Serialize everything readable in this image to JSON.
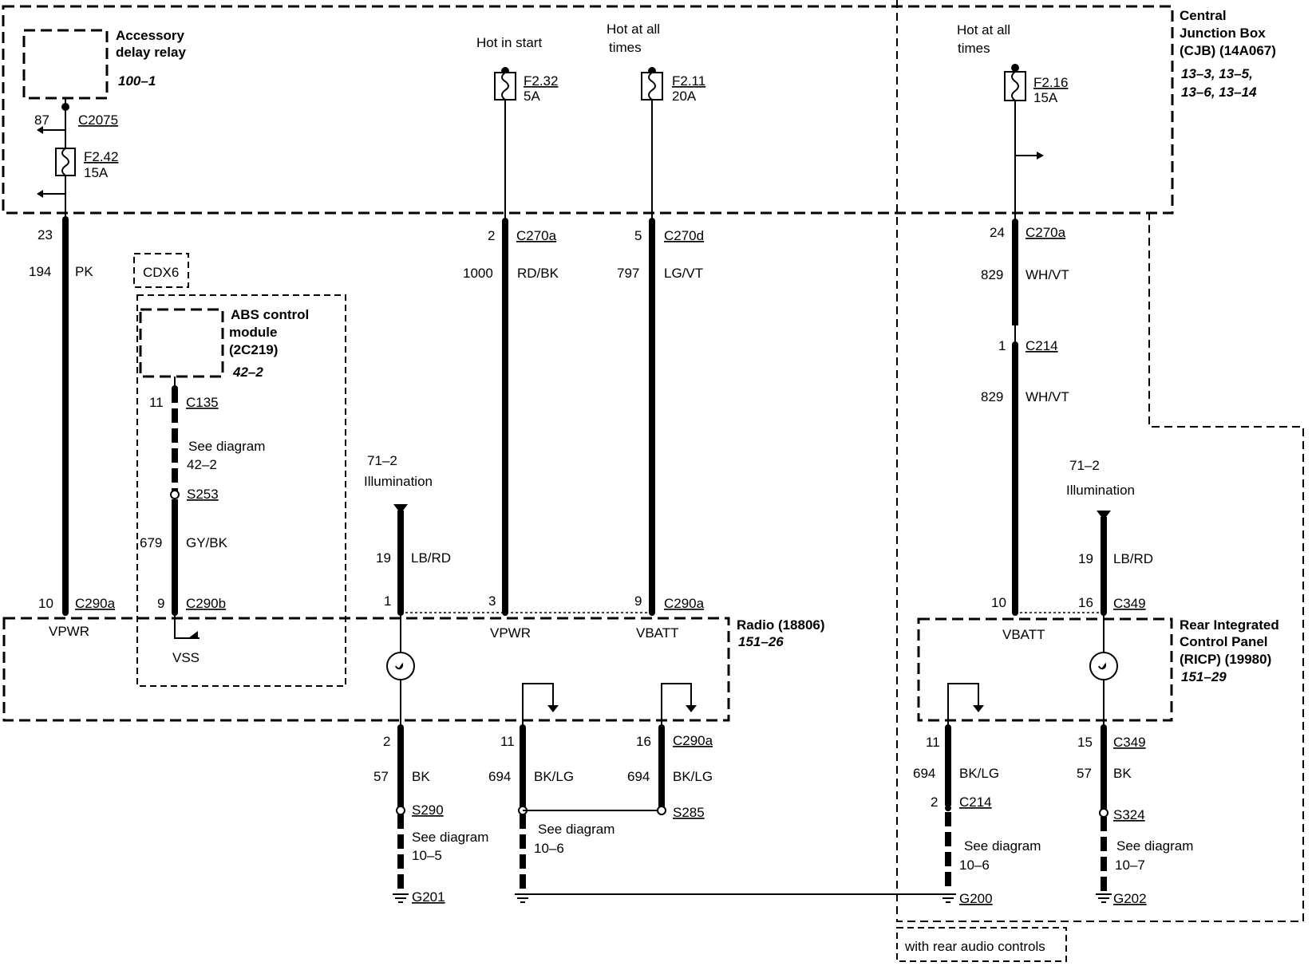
{
  "components": {
    "accessory_relay": {
      "name_line1": "Accessory",
      "name_line2": "delay relay",
      "ref": "100–1"
    },
    "cjb": {
      "name_line1": "Central",
      "name_line2": "Junction Box",
      "name_line3": "(CJB) (14A067)",
      "ref_line1": "13–3, 13–5,",
      "ref_line2": "13–6, 13–14"
    },
    "abs": {
      "name_line1": "ABS control",
      "name_line2": "module",
      "name_line3": "(2C219)",
      "ref": "42–2"
    },
    "cdx6": "CDX6",
    "radio": {
      "name": "Radio (18806)",
      "ref": "151–26"
    },
    "ricp": {
      "name_line1": "Rear Integrated",
      "name_line2": "Control Panel",
      "name_line3": "(RICP) (19980)",
      "ref": "151–29"
    },
    "rear_audio_note": "with rear audio controls"
  },
  "power_labels": {
    "hot_in_start": "Hot in start",
    "hot_all_1a": "Hot at all",
    "hot_all_1b": "times",
    "hot_all_2a": "Hot at all",
    "hot_all_2b": "times"
  },
  "fuses": {
    "f242": {
      "name": "F2.42",
      "rating": "15A"
    },
    "f232": {
      "name": "F2.32",
      "rating": "5A"
    },
    "f211": {
      "name": "F2.11",
      "rating": "20A"
    },
    "f216": {
      "name": "F2.16",
      "rating": "15A"
    }
  },
  "wires": {
    "w1": {
      "pin_top": "23",
      "circuit": "194",
      "color": "PK",
      "pin_bottom": "10",
      "connector_bottom": "C290a",
      "signal": "VPWR",
      "pin_relay": "87",
      "connector_relay": "C2075"
    },
    "w2": {
      "pin_top": "11",
      "connector_top": "C135",
      "see": "See diagram",
      "see_ref": "42–2",
      "splice": "S253",
      "circuit": "679",
      "color": "GY/BK",
      "pin_bottom": "9",
      "connector_bottom": "C290b",
      "signal": "VSS"
    },
    "w3": {
      "ref": "71–2",
      "label": "Illumination",
      "circuit": "19",
      "color": "LB/RD",
      "pin_bottom": "1"
    },
    "w4": {
      "pin_top": "2",
      "connector_top": "C270a",
      "circuit": "1000",
      "color": "RD/BK",
      "pin_bottom": "3",
      "signal": "VPWR"
    },
    "w5": {
      "pin_top": "5",
      "connector_top": "C270d",
      "circuit": "797",
      "color": "LG/VT",
      "pin_bottom": "9",
      "connector_bottom": "C290a",
      "signal": "VBATT"
    },
    "w6": {
      "pin_top": "24",
      "connector_top": "C270a",
      "circuit_a": "829",
      "color_a": "WH/VT",
      "pin_mid": "1",
      "connector_mid": "C214",
      "circuit_b": "829",
      "color_b": "WH/VT",
      "pin_bottom": "10",
      "signal": "VBATT"
    },
    "w7": {
      "ref": "71–2",
      "label": "Illumination",
      "circuit": "19",
      "color": "LB/RD",
      "pin_bottom": "16",
      "connector_bottom": "C349"
    }
  },
  "grounds": {
    "g1": {
      "pin": "2",
      "circuit": "57",
      "color": "BK",
      "splice": "S290",
      "see": "See diagram",
      "see_ref": "10–5",
      "ground": "G201"
    },
    "g2": {
      "pin": "11",
      "circuit": "694",
      "color": "BK/LG",
      "see": "See diagram",
      "see_ref": "10–6"
    },
    "g3": {
      "pin": "16",
      "connector": "C290a",
      "circuit": "694",
      "color": "BK/LG",
      "splice": "S285"
    },
    "g4": {
      "pin": "11",
      "circuit": "694",
      "color": "BK/LG",
      "pin2": "2",
      "connector2": "C214",
      "see": "See diagram",
      "see_ref": "10–6",
      "ground": "G200"
    },
    "g5": {
      "pin": "15",
      "connector": "C349",
      "circuit": "57",
      "color": "BK",
      "splice": "S324",
      "see": "See diagram",
      "see_ref": "10–7",
      "ground": "G202"
    }
  }
}
